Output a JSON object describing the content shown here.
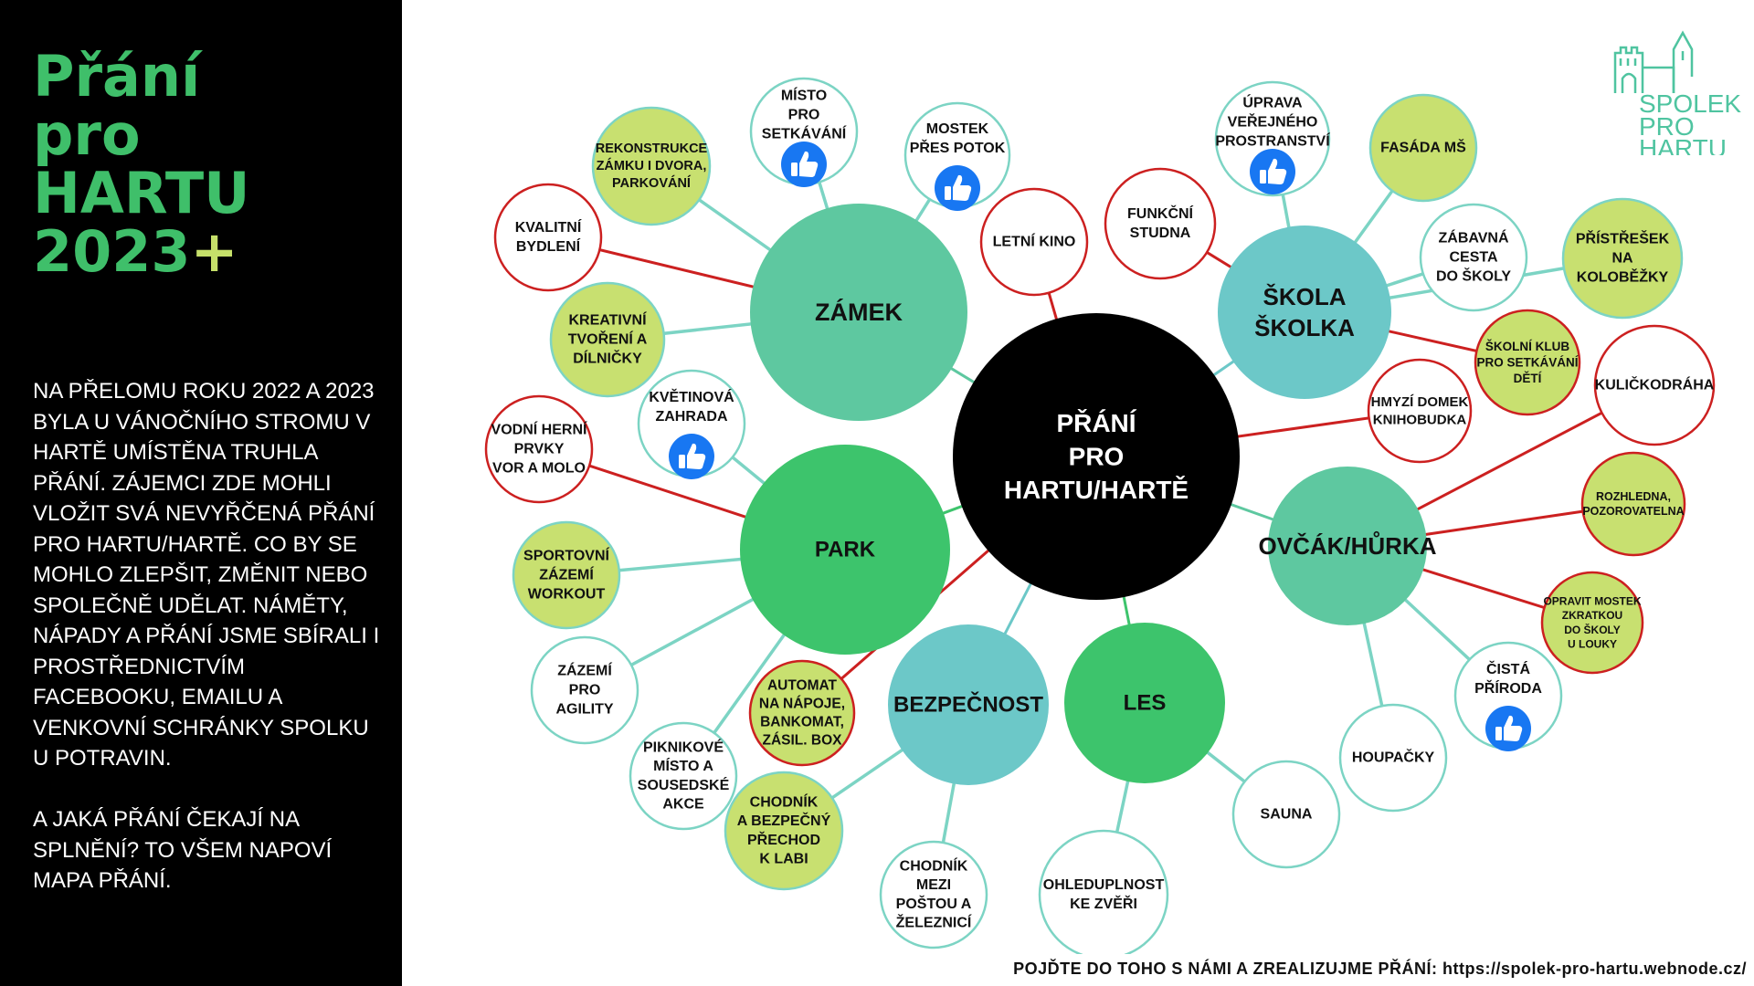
{
  "sidebar": {
    "title_lines": [
      "Přání",
      "pro",
      "HARTU"
    ],
    "title_year": "2023",
    "title_plus": "+",
    "intro": "NA PŘELOMU ROKU 2022 A 2023 BYLA U VÁNOČNÍHO STROMU V HARTĚ UMÍSTĚNA TRUHLA PŘÁNÍ.  ZÁJEMCI ZDE MOHLI VLOŽIT SVÁ NEVYŘČENÁ PŘÁNÍ\nPRO HARTU/HARTĚ. CO BY SE MOHLO ZLEPŠIT, ZMĚNIT NEBO SPOLEČNĚ UDĚLAT. NÁMĚTY, NÁPADY A PŘÁNÍ JSME SBÍRALI I PROSTŘEDNICTVÍM FACEBOOKU, EMAILU A VENKOVNÍ  SCHRÁNKY SPOLKU U POTRAVIN.\n\nA JAKÁ PŘÁNÍ ČEKAJÍ NA SPLNĚNÍ? TO VŠEM NAPOVÍ MAPA PŘÁNÍ."
  },
  "logo": {
    "lines": [
      "SPOLEK",
      "PRO",
      "HARTU"
    ]
  },
  "footer": "POJĎTE DO TOHO S NÁMI A ZREALIZUJME PŘÁNÍ: https://spolek-pro-hartu.webnode.cz/",
  "colors": {
    "sidebar_bg": "#000000",
    "title_green": "#3fbf6a",
    "accent_lime": "#c6e06a",
    "center_fill": "#000000",
    "cat_mint": "#5ec8a0",
    "cat_green": "#3dc46c",
    "cat_teal": "#6cc8c8",
    "wish_lime_fill": "#c8e070",
    "edge_red": "#cc2020",
    "edge_teal": "#7cd4c4",
    "like_blue": "#1877f2"
  },
  "center": {
    "id": "center",
    "lines": [
      "PŘÁNÍ",
      "PRO",
      "HARTU/HARTĚ"
    ]
  },
  "categories": [
    {
      "id": "zamek",
      "lines": [
        "ZÁMEK"
      ],
      "color": "#5ec8a0"
    },
    {
      "id": "park",
      "lines": [
        "PARK"
      ],
      "color": "#3dc46c"
    },
    {
      "id": "bezpecnost",
      "lines": [
        "BEZPEČNOST"
      ],
      "color": "#6cc8c8"
    },
    {
      "id": "les",
      "lines": [
        "LES"
      ],
      "color": "#3dc46c"
    },
    {
      "id": "ovcak",
      "lines": [
        "OVČÁK/HŮRKA"
      ],
      "color": "#5ec8a0"
    },
    {
      "id": "skola",
      "lines": [
        "ŠKOLA",
        "ŠKOLKA"
      ],
      "color": "#6cc8c8"
    }
  ],
  "wishes": [
    {
      "id": "misto-pro-setkavani",
      "lines": [
        "MÍSTO",
        "PRO",
        "SETKÁVÁNÍ"
      ],
      "parent": "zamek",
      "style": "teal",
      "like": true
    },
    {
      "id": "rekonstrukce-zamku",
      "lines": [
        "REKONSTRUKCE",
        "ZÁMKU I DVORA,",
        "PARKOVÁNÍ"
      ],
      "parent": "zamek",
      "style": "lime-teal",
      "like": false
    },
    {
      "id": "mostek-pres-potok",
      "lines": [
        "MOSTEK",
        "PŘES POTOK"
      ],
      "parent": "zamek",
      "style": "teal",
      "like": true
    },
    {
      "id": "kvalitni-bydleni",
      "lines": [
        "KVALITNÍ",
        "BYDLENÍ"
      ],
      "parent": "zamek",
      "style": "red",
      "like": false
    },
    {
      "id": "kreativni-tvoreni",
      "lines": [
        "KREATIVNÍ",
        "TVOŘENÍ A",
        "DÍLNIČKY"
      ],
      "parent": "zamek",
      "style": "lime-teal",
      "like": false
    },
    {
      "id": "letni-kino",
      "lines": [
        "LETNÍ KINO"
      ],
      "parent": "center",
      "style": "red",
      "like": false
    },
    {
      "id": "kvetinova-zahrada",
      "lines": [
        "KVĚTINOVÁ",
        "ZAHRADA"
      ],
      "parent": "park",
      "style": "teal",
      "like": true
    },
    {
      "id": "vodni-herni-prvky",
      "lines": [
        "VODNÍ HERNÍ",
        "PRVKY",
        "VOR A MOLO"
      ],
      "parent": "park",
      "style": "red",
      "like": false
    },
    {
      "id": "sportovni-zazemi",
      "lines": [
        "SPORTOVNÍ",
        "ZÁZEMÍ",
        "WORKOUT"
      ],
      "parent": "park",
      "style": "lime-teal",
      "like": false
    },
    {
      "id": "zazemi-pro-agility",
      "lines": [
        "ZÁZEMÍ",
        "PRO",
        "AGILITY"
      ],
      "parent": "park",
      "style": "teal",
      "like": false
    },
    {
      "id": "piknikove-misto",
      "lines": [
        "PIKNIKOVÉ",
        "MÍSTO A",
        "SOUSEDSKÉ",
        "AKCE"
      ],
      "parent": "park",
      "style": "teal",
      "like": false
    },
    {
      "id": "automat",
      "lines": [
        "AUTOMAT",
        "NA NÁPOJE,",
        "BANKOMAT,",
        "ZÁSIL. BOX"
      ],
      "parent": "center",
      "style": "lime-red",
      "like": false
    },
    {
      "id": "chodnik-bezpecny-prechod",
      "lines": [
        "CHODNÍK",
        "A BEZPEČNÝ",
        "PŘECHOD",
        "K LABI"
      ],
      "parent": "bezpecnost",
      "style": "lime-teal",
      "like": false
    },
    {
      "id": "chodnik-mezi-postou",
      "lines": [
        "CHODNÍK",
        "MEZI",
        "POŠTOU A",
        "ŽELEZNICÍ"
      ],
      "parent": "bezpecnost",
      "style": "teal",
      "like": false
    },
    {
      "id": "ohleduplnost",
      "lines": [
        "OHLEDUPLNOST",
        "KE ZVĚŘI"
      ],
      "parent": "les",
      "style": "teal",
      "like": false
    },
    {
      "id": "sauna",
      "lines": [
        "SAUNA"
      ],
      "parent": "les",
      "style": "teal",
      "like": false
    },
    {
      "id": "houpacky",
      "lines": [
        "HOUPAČKY"
      ],
      "parent": "ovcak",
      "style": "teal",
      "like": false
    },
    {
      "id": "cista-priroda",
      "lines": [
        "ČISTÁ",
        "PŘÍRODA"
      ],
      "parent": "ovcak",
      "style": "teal",
      "like": true
    },
    {
      "id": "opravit-mostek",
      "lines": [
        "OPRAVIT MOSTEK",
        "ZKRATKOU",
        "DO ŠKOLY",
        "U LOUKY"
      ],
      "parent": "ovcak",
      "style": "lime-red",
      "like": false
    },
    {
      "id": "rozhledna",
      "lines": [
        "ROZHLEDNA,",
        "POZOROVATELNA"
      ],
      "parent": "ovcak",
      "style": "lime-red",
      "like": false
    },
    {
      "id": "kulickodraha",
      "lines": [
        "KULIČKODRÁHA"
      ],
      "parent": "ovcak",
      "style": "red",
      "like": false
    },
    {
      "id": "hmyzi-domek",
      "lines": [
        "HMYZÍ DOMEK",
        "KNIHOBUDKA"
      ],
      "parent": "center",
      "style": "red",
      "like": false
    },
    {
      "id": "skolni-klub",
      "lines": [
        "ŠKOLNÍ KLUB",
        "PRO SETKÁVÁNÍ",
        "DĚTÍ"
      ],
      "parent": "skola",
      "style": "lime-red",
      "like": false
    },
    {
      "id": "funkcni-studna",
      "lines": [
        "FUNKČNÍ",
        "STUDNA"
      ],
      "parent": "skola",
      "style": "red",
      "like": false
    },
    {
      "id": "uprava-prostranstvi",
      "lines": [
        "ÚPRAVA",
        "VEŘEJNÉHO",
        "PROSTRANSTVÍ"
      ],
      "parent": "skola",
      "style": "teal",
      "like": true
    },
    {
      "id": "fasada-ms",
      "lines": [
        "FASÁDA MŠ"
      ],
      "parent": "skola",
      "style": "lime-teal",
      "like": false
    },
    {
      "id": "zabavna-cesta",
      "lines": [
        "ZÁBAVNÁ",
        "CESTA",
        "DO ŠKOLY"
      ],
      "parent": "skola",
      "style": "teal",
      "like": false
    },
    {
      "id": "pristresek",
      "lines": [
        "PŘÍSTŘEŠEK",
        "NA",
        "KOLOBĚŽKY"
      ],
      "parent": "skola",
      "style": "lime-teal",
      "like": false
    }
  ]
}
